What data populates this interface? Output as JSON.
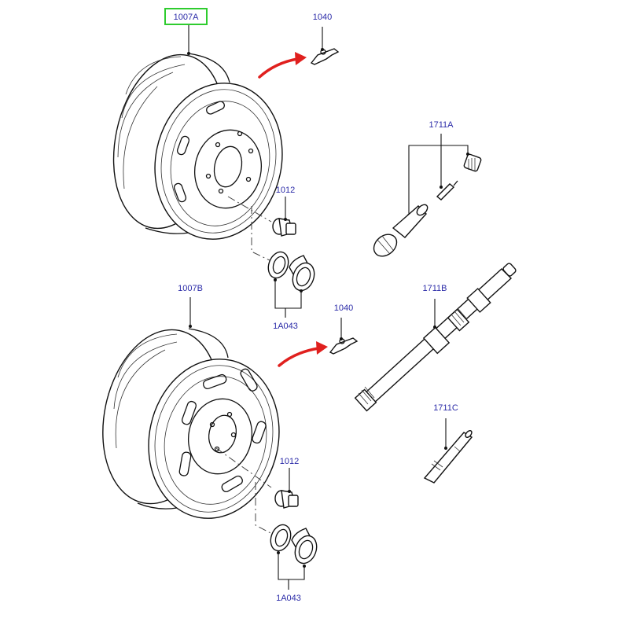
{
  "diagram": {
    "title": "Wheel and tyre parts diagram",
    "highlight_color": "#2ecc2e",
    "label_color": "#2b2ba8",
    "arrow_color": "#e0201e",
    "callouts": {
      "wheel_top": "1007A",
      "weight_top": "1040",
      "nut_top": "1012",
      "cap_top": "1A043",
      "valve_kit": "1711A",
      "valve_tool_long": "1711B",
      "valve_tool_short": "1711C",
      "wheel_bottom": "1007B",
      "weight_bottom": "1040",
      "nut_bottom": "1012",
      "cap_bottom": "1A043"
    },
    "selected_callout": "1007A"
  }
}
